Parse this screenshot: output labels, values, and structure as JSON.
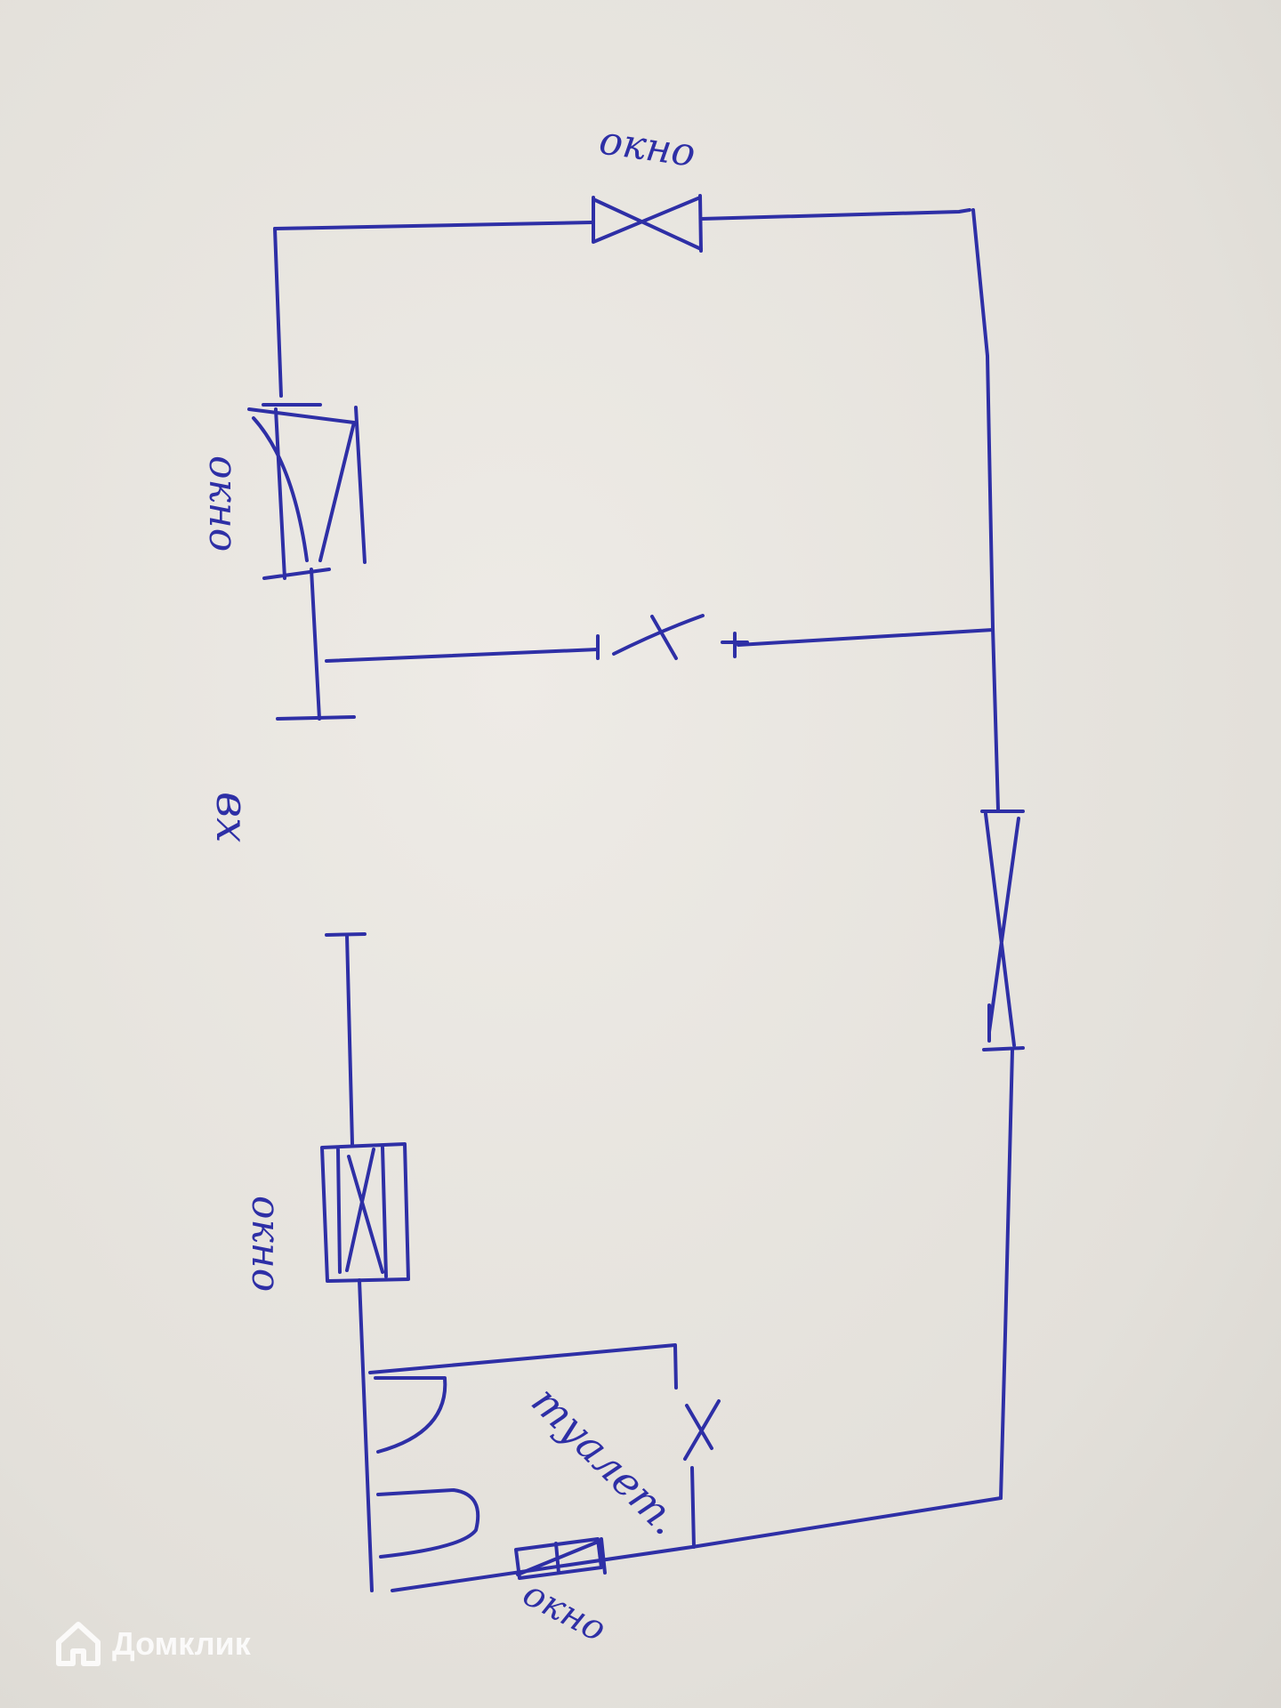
{
  "labels": {
    "window_top": "окно",
    "window_left": "окно",
    "entrance": "вх",
    "window_lower_left": "окно",
    "toilet": "туалет.",
    "window_bottom": "окно"
  },
  "watermark": "Домклик",
  "colors": {
    "ink": "#2e2fa6",
    "paper": "#e6e3de"
  }
}
